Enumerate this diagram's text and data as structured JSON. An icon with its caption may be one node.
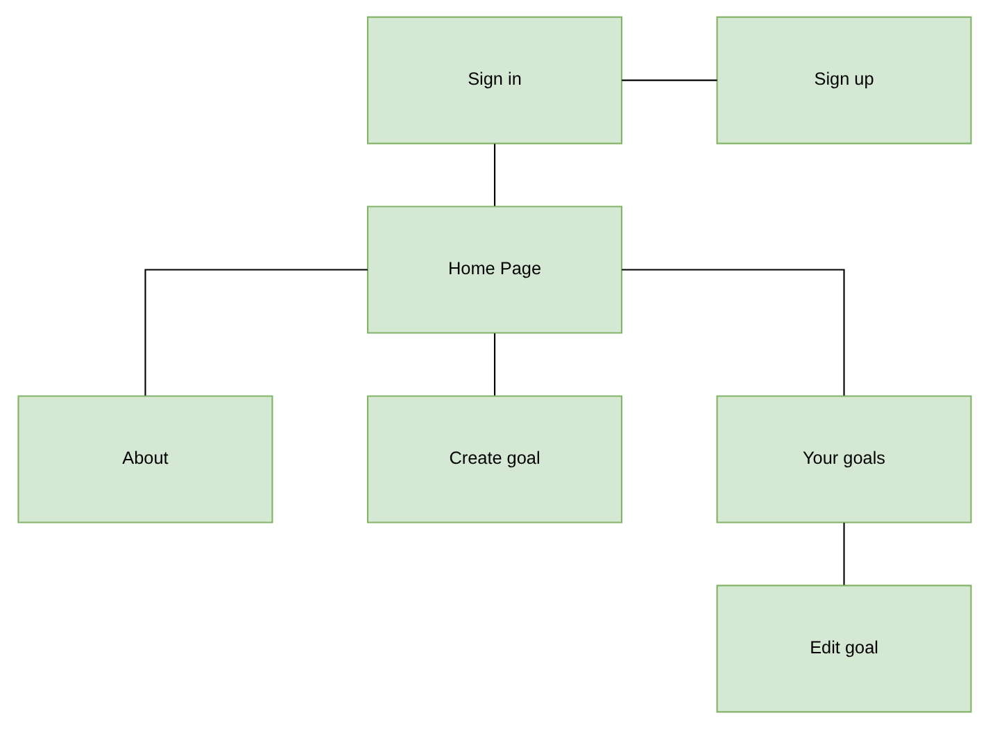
{
  "diagram": {
    "nodes": [
      {
        "text": [
          "Sign in"
        ]
      },
      {
        "text": [
          "Sign up"
        ]
      },
      {
        "text": [
          "Home Page"
        ]
      },
      {
        "text": [
          "About"
        ]
      },
      {
        "text": [
          "Create goal"
        ]
      },
      {
        "text": [
          "Your goals"
        ]
      },
      {
        "text": [
          "Edit goal"
        ]
      }
    ],
    "edges": [
      {
        "from": 0,
        "to": 1,
        "arrow": "none"
      },
      {
        "from": 0,
        "to": 2,
        "arrow": "none"
      },
      {
        "from": 2,
        "to": 3,
        "arrow": "none"
      },
      {
        "from": 2,
        "to": 4,
        "arrow": "none"
      },
      {
        "from": 2,
        "to": 5,
        "arrow": "none"
      },
      {
        "from": 5,
        "to": 6,
        "arrow": "none"
      }
    ]
  }
}
